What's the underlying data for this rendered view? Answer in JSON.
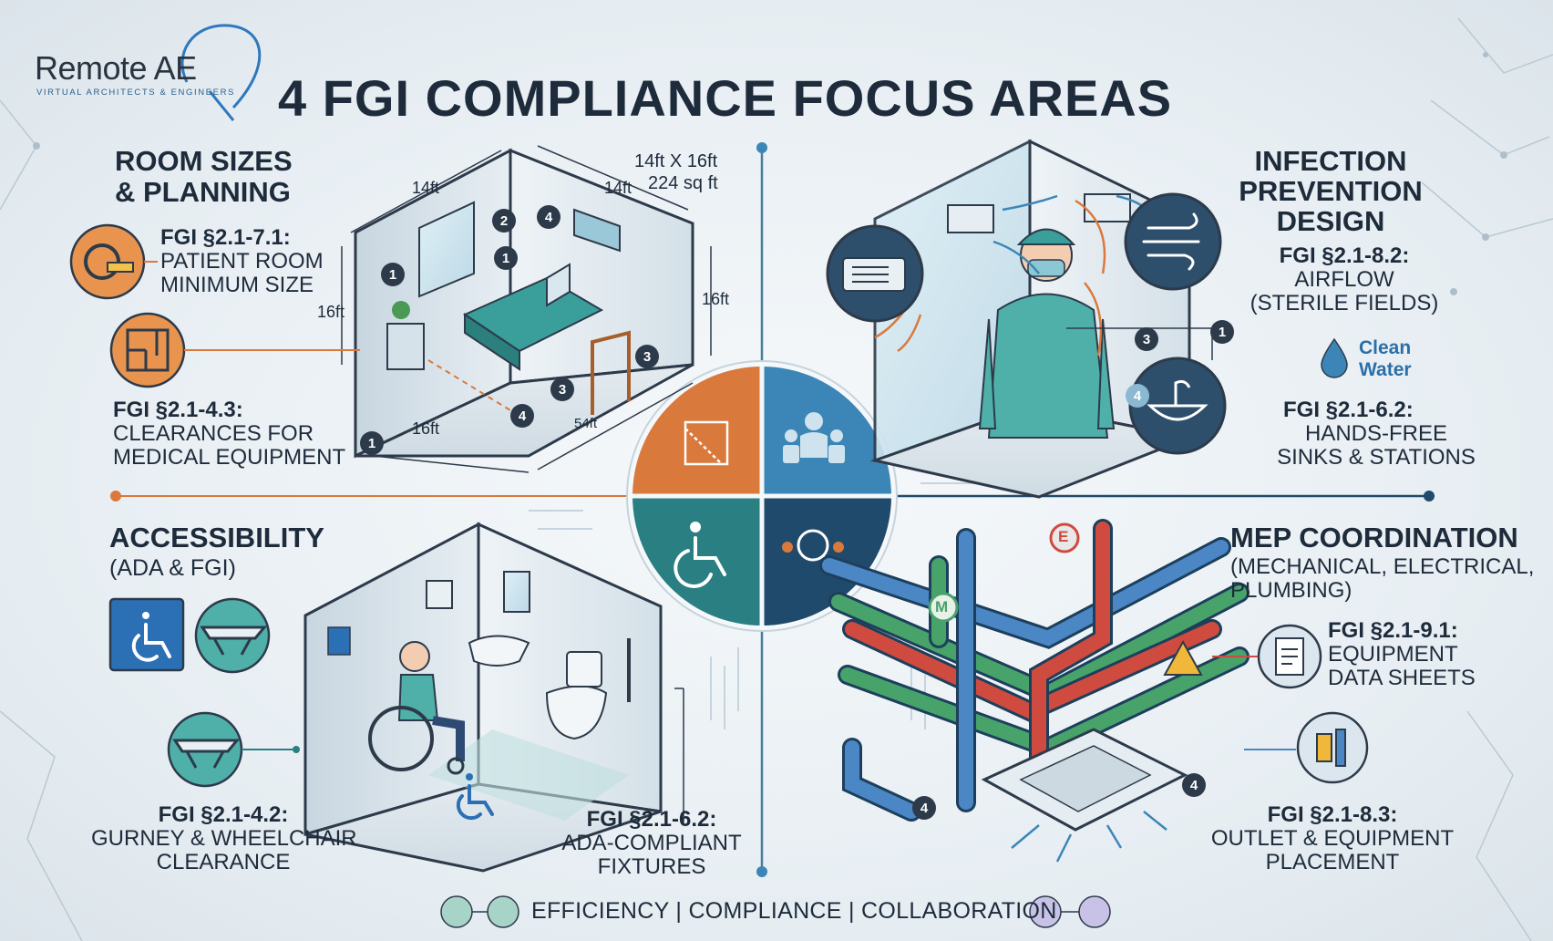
{
  "brand": {
    "logo_text": "Remote AE",
    "logo_tagline": "VIRTUAL ARCHITECTS & ENGINEERS"
  },
  "title": "4 FGI COMPLIANCE FOCUS AREAS",
  "sections": {
    "room": {
      "heading_1": "ROOM SIZES",
      "heading_2": "& PLANNING",
      "items": [
        {
          "code": "FGI §2.1-7.1:",
          "line_1": "PATIENT ROOM",
          "line_2": "MINIMUM SIZE",
          "icon": "tape-measure-icon"
        },
        {
          "code": "FGI §2.1-4.3:",
          "line_1": "CLEARANCES FOR",
          "line_2": "MEDICAL EQUIPMENT",
          "icon": "floor-plan-icon"
        }
      ],
      "dimensions": {
        "d1": "14ft",
        "d2": "14ft",
        "d3": "16ft",
        "d4": "16ft",
        "d5": "16ft",
        "d6": "54ft",
        "area_1": "14ft X 16ft",
        "area_2": "224 sq ft"
      }
    },
    "infection": {
      "heading_1": "INFECTION",
      "heading_2": "PREVENTION",
      "heading_3": "DESIGN",
      "items": [
        {
          "code": "FGI §2.1-8.2:",
          "line_1": "AIRFLOW",
          "line_2": "(STERILE FIELDS)",
          "icon": "airflow-icon"
        },
        {
          "code": "FGI §2.1-6.2:",
          "line_1": "HANDS-FREE",
          "line_2": "SINKS & STATIONS",
          "icon": "sink-icon"
        }
      ],
      "water_1": "Clean",
      "water_2": "Water"
    },
    "access": {
      "heading": "ACCESSIBILITY",
      "sub": "(ADA & FGI)",
      "items": [
        {
          "code": "FGI §2.1-4.2:",
          "line_1": "GURNEY & WHEELCHAIR",
          "line_2": "CLEARANCE",
          "icon": "gurney-icon"
        },
        {
          "code": "FGI §2.1-6.2:",
          "line_1": "ADA-COMPLIANT",
          "line_2": "FIXTURES",
          "icon": "toilet-icon"
        }
      ]
    },
    "mep": {
      "heading": "MEP COORDINATION",
      "sub_1": "(MECHANICAL, ELECTRICAL,",
      "sub_2": "PLUMBING)",
      "items": [
        {
          "code": "FGI §2.1-9.1:",
          "line_1": "EQUIPMENT",
          "line_2": "DATA SHEETS",
          "icon": "document-icon"
        },
        {
          "code": "FGI §2.1-8.3:",
          "line_1": "OUTLET & EQUIPMENT",
          "line_2": "PLACEMENT",
          "icon": "outlet-icon"
        }
      ],
      "labels": {
        "e": "E",
        "m": "M"
      }
    }
  },
  "badges": [
    "1",
    "2",
    "4",
    "1",
    "3",
    "3",
    "4",
    "1",
    "3",
    "1",
    "4",
    "4",
    "4"
  ],
  "footer": "EFFICIENCY | COMPLIANCE | COLLABORATION",
  "colors": {
    "orange": "#d9793c",
    "blue": "#3b86b7",
    "teal": "#2a7f83",
    "navy": "#1f4a6b",
    "green": "#47a36a",
    "red": "#cf4b3f",
    "pipe_blue": "#4b87c5"
  }
}
